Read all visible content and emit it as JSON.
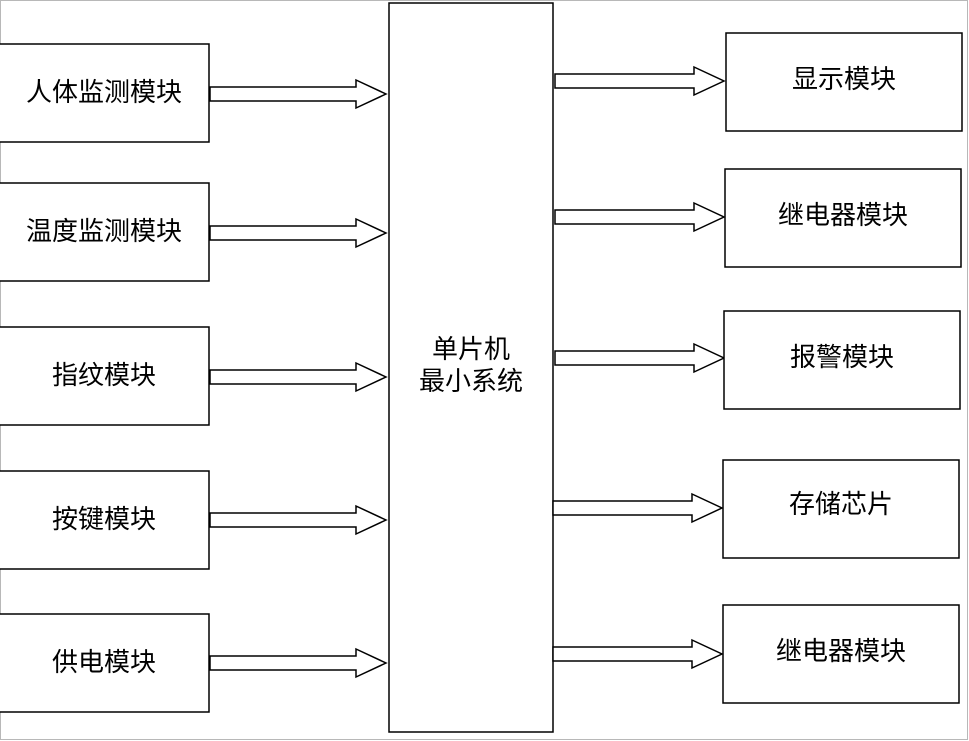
{
  "inputs": [
    {
      "label": "人体监测模块"
    },
    {
      "label": "温度监测模块"
    },
    {
      "label": "指纹模块"
    },
    {
      "label": "按键模块"
    },
    {
      "label": "供电模块"
    }
  ],
  "center": {
    "line1": "单片机",
    "line2": "最小系统"
  },
  "outputs": [
    {
      "label": "显示模块"
    },
    {
      "label": "继电器模块"
    },
    {
      "label": "报警模块"
    },
    {
      "label": "存储芯片"
    },
    {
      "label": "继电器模块"
    }
  ]
}
